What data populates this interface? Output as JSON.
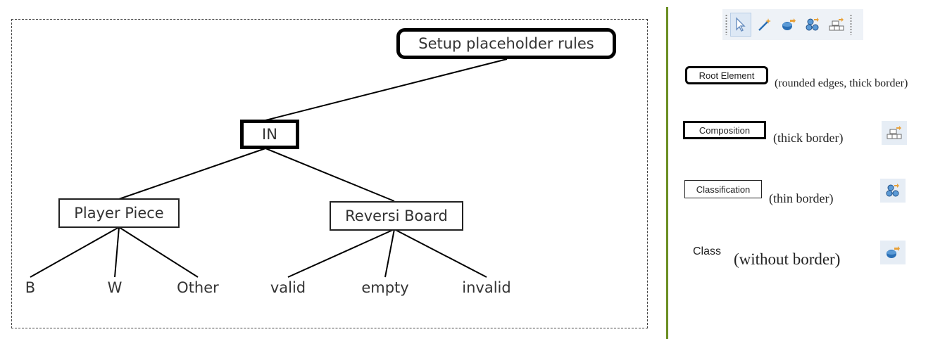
{
  "tree": {
    "nodes": [
      {
        "id": "root",
        "label": "Setup placeholder rules",
        "kind": "root"
      },
      {
        "id": "in",
        "label": "IN",
        "kind": "composition"
      },
      {
        "id": "player",
        "label": "Player Piece",
        "kind": "classification"
      },
      {
        "id": "board",
        "label": "Reversi Board",
        "kind": "classification"
      },
      {
        "id": "b",
        "label": "B",
        "kind": "class"
      },
      {
        "id": "w",
        "label": "W",
        "kind": "class"
      },
      {
        "id": "other",
        "label": "Other",
        "kind": "class"
      },
      {
        "id": "valid",
        "label": "valid",
        "kind": "class"
      },
      {
        "id": "empty",
        "label": "empty",
        "kind": "class"
      },
      {
        "id": "invalid",
        "label": "invalid",
        "kind": "class"
      }
    ],
    "edges": [
      [
        "root",
        "in"
      ],
      [
        "in",
        "player"
      ],
      [
        "in",
        "board"
      ],
      [
        "player",
        "b"
      ],
      [
        "player",
        "w"
      ],
      [
        "player",
        "other"
      ],
      [
        "board",
        "valid"
      ],
      [
        "board",
        "empty"
      ],
      [
        "board",
        "invalid"
      ]
    ]
  },
  "toolbar": {
    "tools": [
      "select-pointer-icon",
      "magic-wand-icon",
      "class-icon",
      "classification-icon",
      "composition-icon"
    ],
    "selected": "select-pointer-icon"
  },
  "legend": {
    "root": {
      "label": "Root Element",
      "desc": "(rounded edges, thick border)"
    },
    "composition": {
      "label": "Composition",
      "desc": "(thick border)",
      "icon": "composition-icon"
    },
    "classification": {
      "label": "Classification",
      "desc": "(thin border)",
      "icon": "classification-icon"
    },
    "class": {
      "label": "Class",
      "desc": "(without border)",
      "icon": "class-icon"
    }
  },
  "colors": {
    "separator": "#6b8e23",
    "icon_blue": "#2a6fb5",
    "icon_orange": "#e8a13a"
  }
}
